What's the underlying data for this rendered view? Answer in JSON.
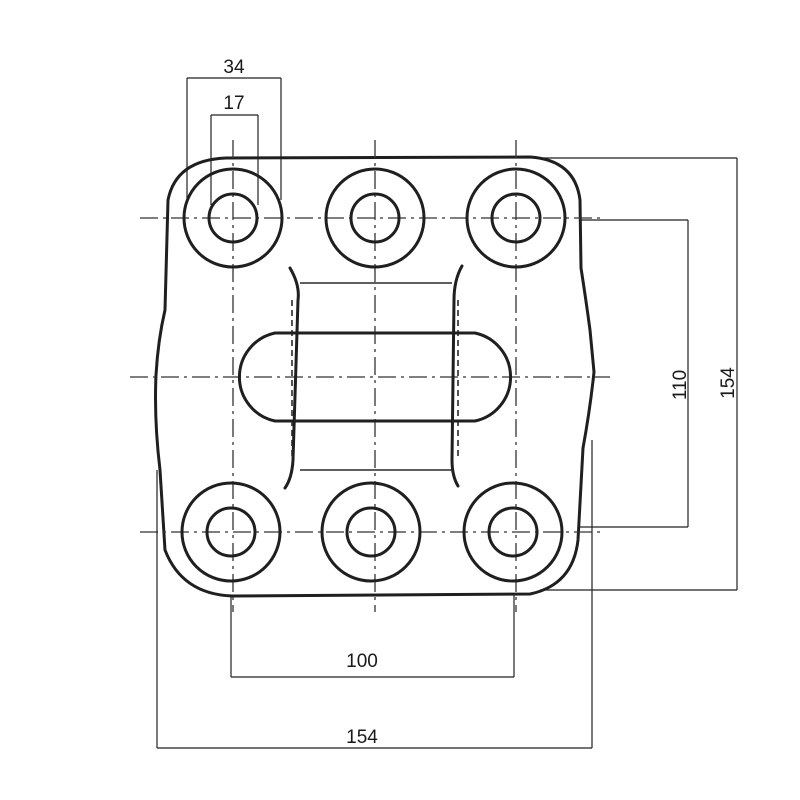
{
  "drawing": {
    "dimensions": {
      "outer_ring_diameter": "34",
      "hole_diameter": "17",
      "hole_row_spacing": "110",
      "plate_height": "154",
      "hole_column_spacing": "100",
      "plate_width": "154"
    },
    "hole_count": 6,
    "slot_count": 1
  }
}
